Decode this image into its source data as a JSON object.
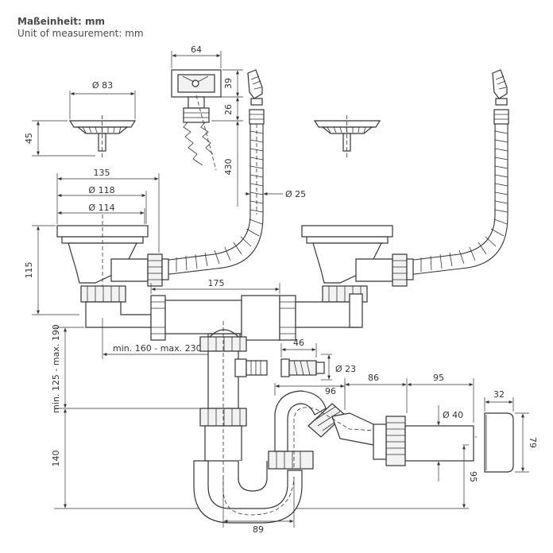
{
  "header": {
    "unit_de": "Maßeinheit: mm",
    "unit_en": "Unit of measurement: mm"
  },
  "dimensions": {
    "d64": "64",
    "d39": "39",
    "d26": "26",
    "d430": "430",
    "d83": "Ø 83",
    "d45": "45",
    "d135": "135",
    "d118": "Ø 118",
    "d114": "Ø 114",
    "d25": "Ø 25",
    "d115": "115",
    "d175": "175",
    "d_vert_range": "min. 125 - max. 190",
    "d_horiz_range": "min. 160 - max. 230",
    "d46": "46",
    "d23": "Ø 23",
    "d86": "86",
    "d95h": "95",
    "d96": "96",
    "d32": "32",
    "d40": "Ø 40",
    "d79": "79",
    "d140": "140",
    "d95v": "95",
    "d89": "89"
  },
  "colors": {
    "line": "#333333",
    "fill": "#f2f2f2",
    "background": "#ffffff"
  }
}
